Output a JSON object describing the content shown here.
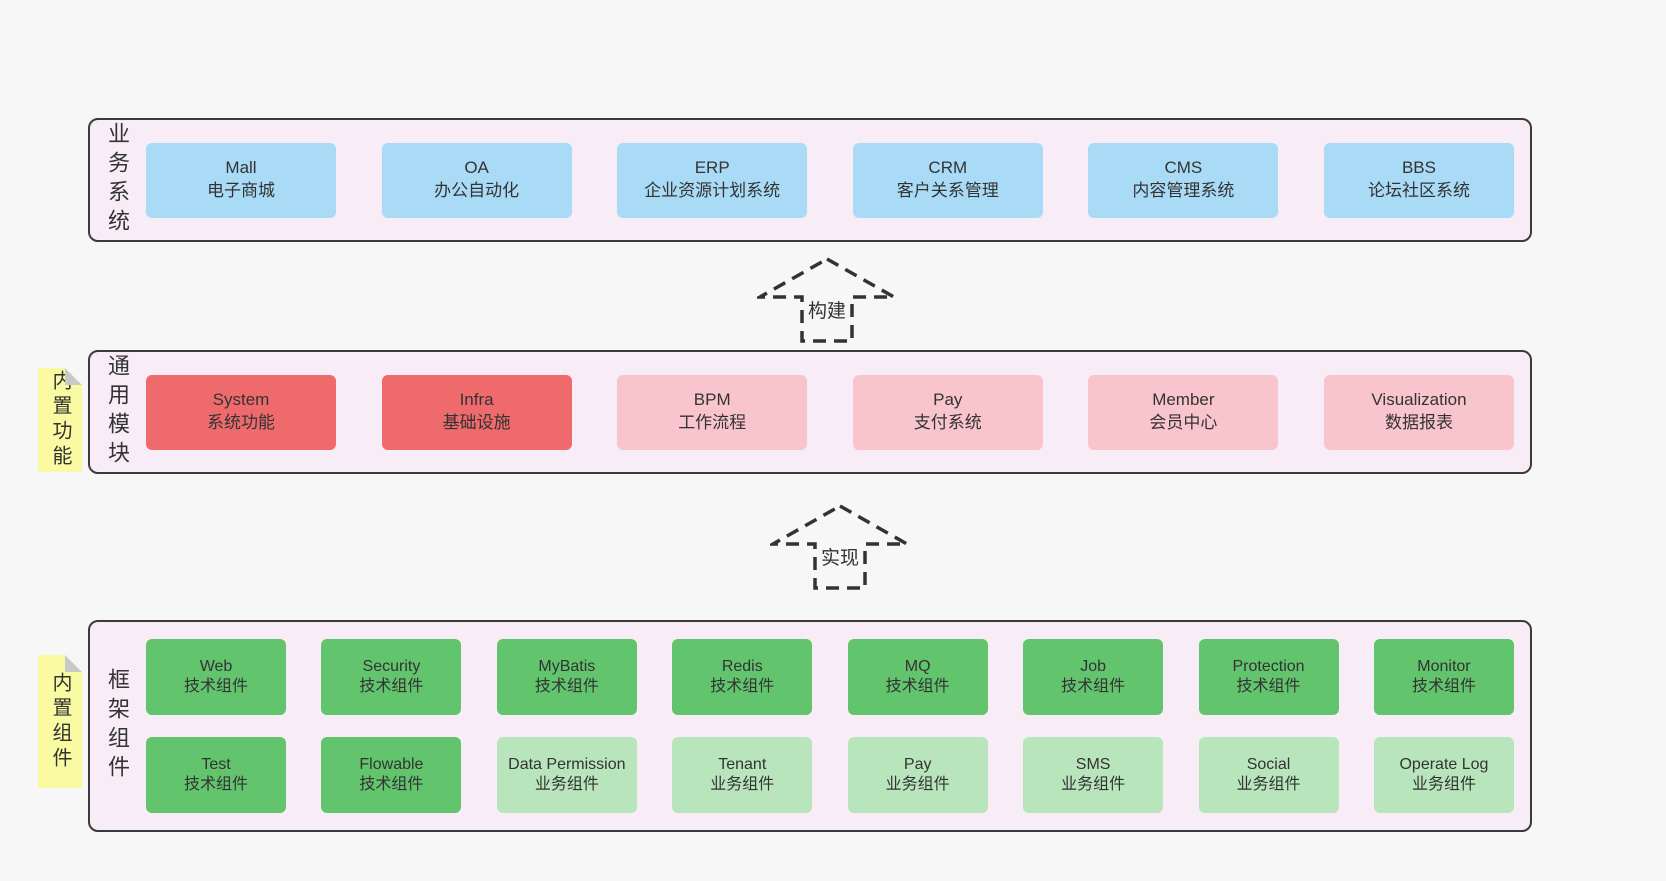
{
  "colors": {
    "page_background": "#f7f7f7",
    "panel_background": "#f8edf6",
    "panel_border": "#3b3b3b",
    "blue_box": "#a9dbf6",
    "red_box": "#ef6a6c",
    "pink_box": "#f9c5cd",
    "green_box": "#62c46d",
    "light_green_box": "#b9e5bd",
    "sticky_note": "#fafaa2",
    "sticky_fold": "#c9c9c9",
    "text": "#333333"
  },
  "arrows": [
    {
      "label": "构建"
    },
    {
      "label": "实现"
    }
  ],
  "panels": [
    {
      "id": "business-systems",
      "label": "业务系统",
      "boxes": [
        {
          "name": "Mall",
          "desc": "电子商城"
        },
        {
          "name": "OA",
          "desc": "办公自动化"
        },
        {
          "name": "ERP",
          "desc": "企业资源计划系统"
        },
        {
          "name": "CRM",
          "desc": "客户关系管理"
        },
        {
          "name": "CMS",
          "desc": "内容管理系统"
        },
        {
          "name": "BBS",
          "desc": "论坛社区系统"
        }
      ]
    },
    {
      "id": "common-modules",
      "label": "通用模块",
      "sticky": "内置功能",
      "boxes": [
        {
          "name": "System",
          "desc": "系统功能"
        },
        {
          "name": "Infra",
          "desc": "基础设施"
        },
        {
          "name": "BPM",
          "desc": "工作流程"
        },
        {
          "name": "Pay",
          "desc": "支付系统"
        },
        {
          "name": "Member",
          "desc": "会员中心"
        },
        {
          "name": "Visualization",
          "desc": "数据报表"
        }
      ]
    },
    {
      "id": "framework-components",
      "label": "框架组件",
      "sticky": "内置组件",
      "rows": [
        [
          {
            "name": "Web",
            "desc": "技术组件"
          },
          {
            "name": "Security",
            "desc": "技术组件"
          },
          {
            "name": "MyBatis",
            "desc": "技术组件"
          },
          {
            "name": "Redis",
            "desc": "技术组件"
          },
          {
            "name": "MQ",
            "desc": "技术组件"
          },
          {
            "name": "Job",
            "desc": "技术组件"
          },
          {
            "name": "Protection",
            "desc": "技术组件"
          },
          {
            "name": "Monitor",
            "desc": "技术组件"
          }
        ],
        [
          {
            "name": "Test",
            "desc": "技术组件"
          },
          {
            "name": "Flowable",
            "desc": "技术组件"
          },
          {
            "name": "Data Permission",
            "desc": "业务组件"
          },
          {
            "name": "Tenant",
            "desc": "业务组件"
          },
          {
            "name": "Pay",
            "desc": "业务组件"
          },
          {
            "name": "SMS",
            "desc": "业务组件"
          },
          {
            "name": "Social",
            "desc": "业务组件"
          },
          {
            "name": "Operate Log",
            "desc": "业务组件"
          }
        ]
      ]
    }
  ]
}
